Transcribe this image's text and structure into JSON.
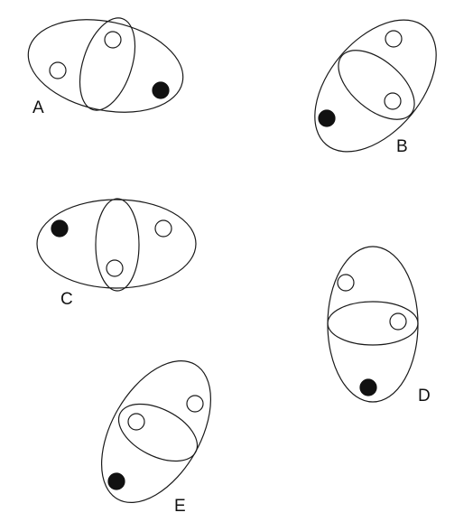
{
  "figures": [
    {
      "id": "A",
      "label": "A"
    },
    {
      "id": "B",
      "label": "B"
    },
    {
      "id": "C",
      "label": "C"
    },
    {
      "id": "D",
      "label": "D"
    },
    {
      "id": "E",
      "label": "E"
    }
  ]
}
